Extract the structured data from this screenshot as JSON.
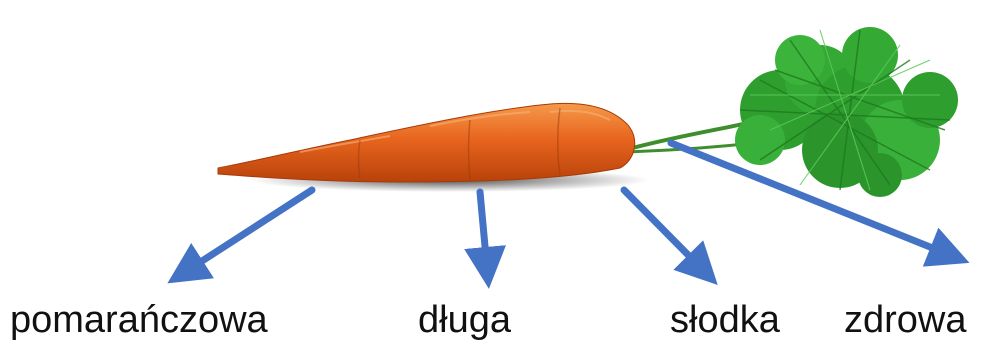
{
  "labels": [
    "pomarańczowa",
    "długa",
    "słodka",
    "zdrowa"
  ],
  "colors": {
    "arrow": "#4472C4",
    "carrot": "#E8651E",
    "carrot_dark": "#B8420B",
    "leaves": "#2E9E2E",
    "leaves_dark": "#1E7A1E",
    "shadow": "#555555"
  },
  "image": {
    "subject": "carrot-with-leaves"
  }
}
